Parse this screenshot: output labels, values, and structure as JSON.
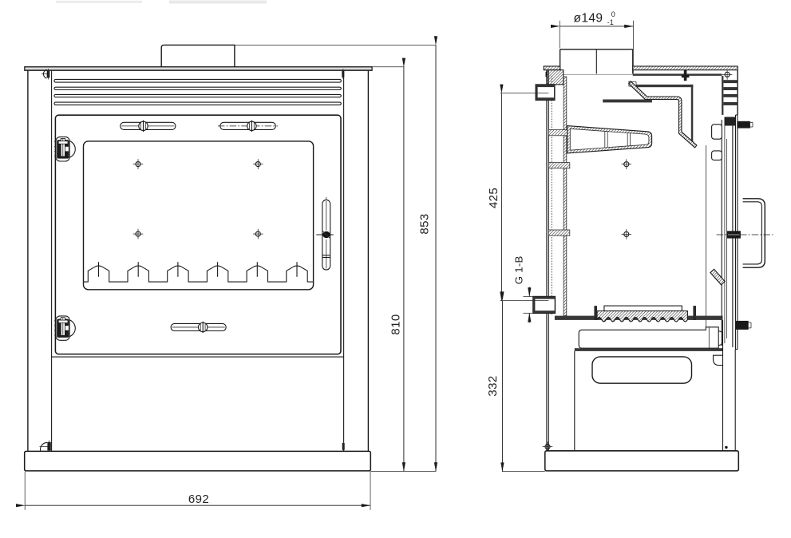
{
  "drawing": {
    "type": "technical drawing",
    "subject": "wood burning stove - front view and side section view",
    "background": "#ffffff",
    "line_color": "#1a1a1a",
    "views": {
      "front": {
        "label": "front view"
      },
      "side": {
        "label": "side section view"
      }
    },
    "dimensions": {
      "width": "692",
      "height_total": "853",
      "height_body": "810",
      "flue_diameter": "ø149",
      "flue_tol_upper": "0",
      "flue_tol_lower": "-1",
      "boiler_spacing": "425",
      "base_height": "332",
      "thread_label": "G 1-B"
    }
  }
}
